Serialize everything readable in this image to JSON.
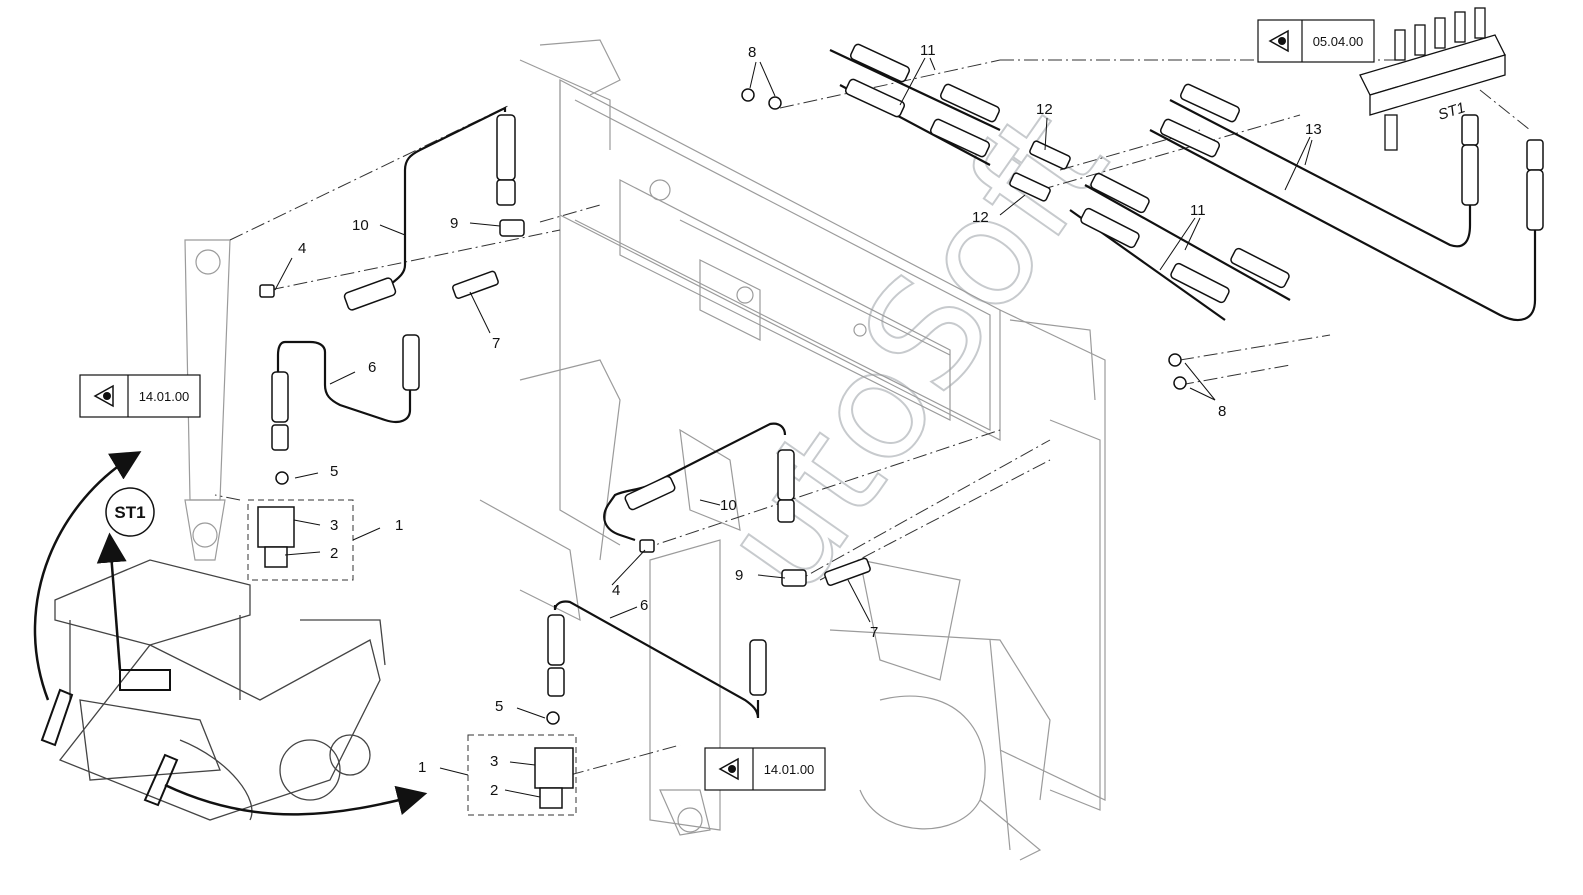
{
  "diagram": {
    "watermark": "utoSoft",
    "references": [
      "05.04.00",
      "14.01.00",
      "14.01.00"
    ],
    "st1": {
      "circle_label": "ST1",
      "valve_block_label": "ST1"
    },
    "callouts": {
      "c1a": "1",
      "c2a": "2",
      "c3a": "3",
      "c4a": "4",
      "c5a": "5",
      "c6a": "6",
      "c7a": "7",
      "c8a": "8",
      "c9a": "9",
      "c10a": "10",
      "c11a": "11",
      "c12a": "12",
      "c13": "13",
      "c1b": "1",
      "c2b": "2",
      "c3b": "3",
      "c4b": "4",
      "c5b": "5",
      "c6b": "6",
      "c7b": "7",
      "c8b": "8",
      "c9b": "9",
      "c10b": "10",
      "c11b": "11",
      "c12b": "12"
    },
    "eye_icon": "eye-icon"
  }
}
